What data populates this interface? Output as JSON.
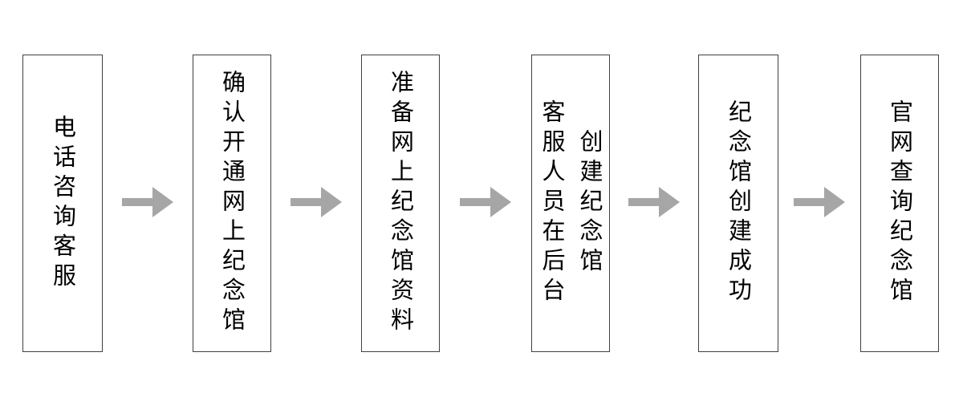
{
  "diagram": {
    "type": "flowchart",
    "direction": "left-to-right",
    "steps": [
      {
        "label": "电话咨询客服"
      },
      {
        "label": "确认开通网上纪念馆"
      },
      {
        "label": "准备网上纪念馆资料"
      },
      {
        "label": "客服人员在后台创建纪念馆",
        "columns": [
          "客服人员在后台",
          "创建纪念馆"
        ]
      },
      {
        "label": "纪念馆创建成功"
      },
      {
        "label": "官网查询纪念馆"
      }
    ],
    "connector": "right-arrow",
    "colors": {
      "background": "#ffffff",
      "box_fill": "#ffffff",
      "box_border": "#404040",
      "text": "#000000",
      "arrow": "#a6a6a6"
    }
  }
}
